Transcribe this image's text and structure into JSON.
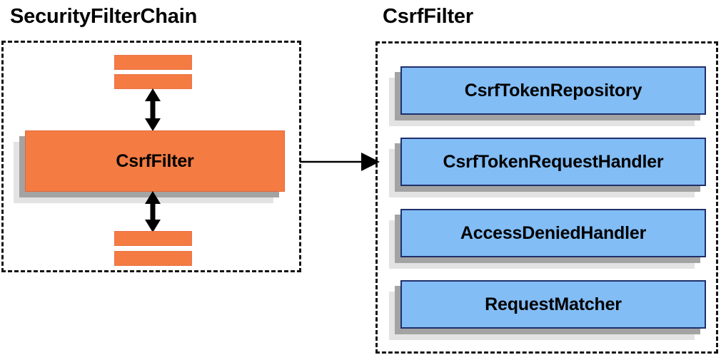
{
  "diagram": {
    "type": "architecture-block-diagram",
    "background_color": "#ffffff",
    "palette": {
      "orange_fill": "#f47b42",
      "orange_border": "#e2673a",
      "blue_fill": "#82bdf5",
      "blue_border": "#1f2f6b",
      "shadow_near": "#a3a3a3",
      "shadow_far": "#e3e3e3",
      "dashed_border": "#141414",
      "text": "#000000",
      "arrow": "#000000"
    }
  },
  "left_panel": {
    "title": "SecurityFilterChain",
    "filters_above": [
      "",
      ""
    ],
    "highlighted_filter": "CsrfFilter",
    "filters_below": [
      "",
      ""
    ],
    "arrow_up_label": "",
    "arrow_down_label": ""
  },
  "right_panel": {
    "title": "CsrfFilter",
    "collaborators": [
      {
        "label": "CsrfTokenRepository"
      },
      {
        "label": "CsrfTokenRequestHandler"
      },
      {
        "label": "AccessDeniedHandler"
      },
      {
        "label": "RequestMatcher"
      }
    ]
  },
  "connector": {
    "from": "CsrfFilter",
    "to": "CsrfFilter detail panel",
    "style": "solid-arrow-right"
  }
}
